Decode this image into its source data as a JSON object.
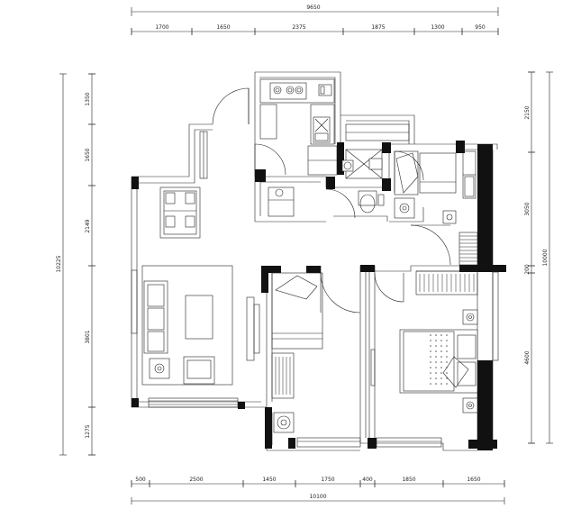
{
  "dimensions": {
    "top_total": "9650",
    "top_segments": [
      "1700",
      "1650",
      "2375",
      "1875",
      "1300",
      "950"
    ],
    "bottom_total": "10100",
    "bottom_segments": [
      "500",
      "2500",
      "1450",
      "1750",
      "400",
      "1850",
      "1650"
    ],
    "left_total": "10225",
    "left_segments": [
      "1350",
      "1650",
      "2149",
      "3801",
      "1275"
    ],
    "right_total": "10000",
    "right_segments": [
      "2150",
      "3050",
      "200",
      "4600"
    ]
  }
}
